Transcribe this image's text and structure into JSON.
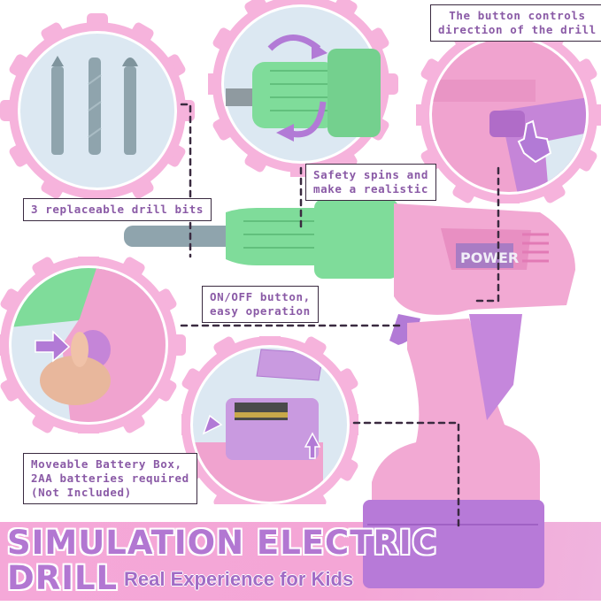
{
  "product": {
    "brand_label": "POWER",
    "colors": {
      "body_pink": "#f2a9d3",
      "accent_purple": "#b27ad6",
      "chuck_green": "#7fdc9a",
      "bit_gray": "#8fa4ad",
      "gear_pink": "#f6b3dc",
      "circle_bg": "#dce8f2",
      "text_purple": "#8a5aa6",
      "banner_pink": "#f5a8d8"
    }
  },
  "callouts": {
    "direction": {
      "line1": "The button controls",
      "line2": "direction of the drill"
    },
    "spins": {
      "line1": "Safety spins and",
      "line2": "make a realistic"
    },
    "bits": {
      "line1": "3 replaceable drill bits"
    },
    "onoff": {
      "line1": "ON/OFF button,",
      "line2": "easy operation"
    },
    "battery": {
      "line1": "Moveable Battery Box,",
      "line2": "2AA batteries required",
      "line3": "(Not Included)"
    }
  },
  "banner": {
    "title_line1": "SIMULATION ELECTRIC",
    "title_line2": "DRILL",
    "subtitle": "Real Experience for Kids"
  }
}
